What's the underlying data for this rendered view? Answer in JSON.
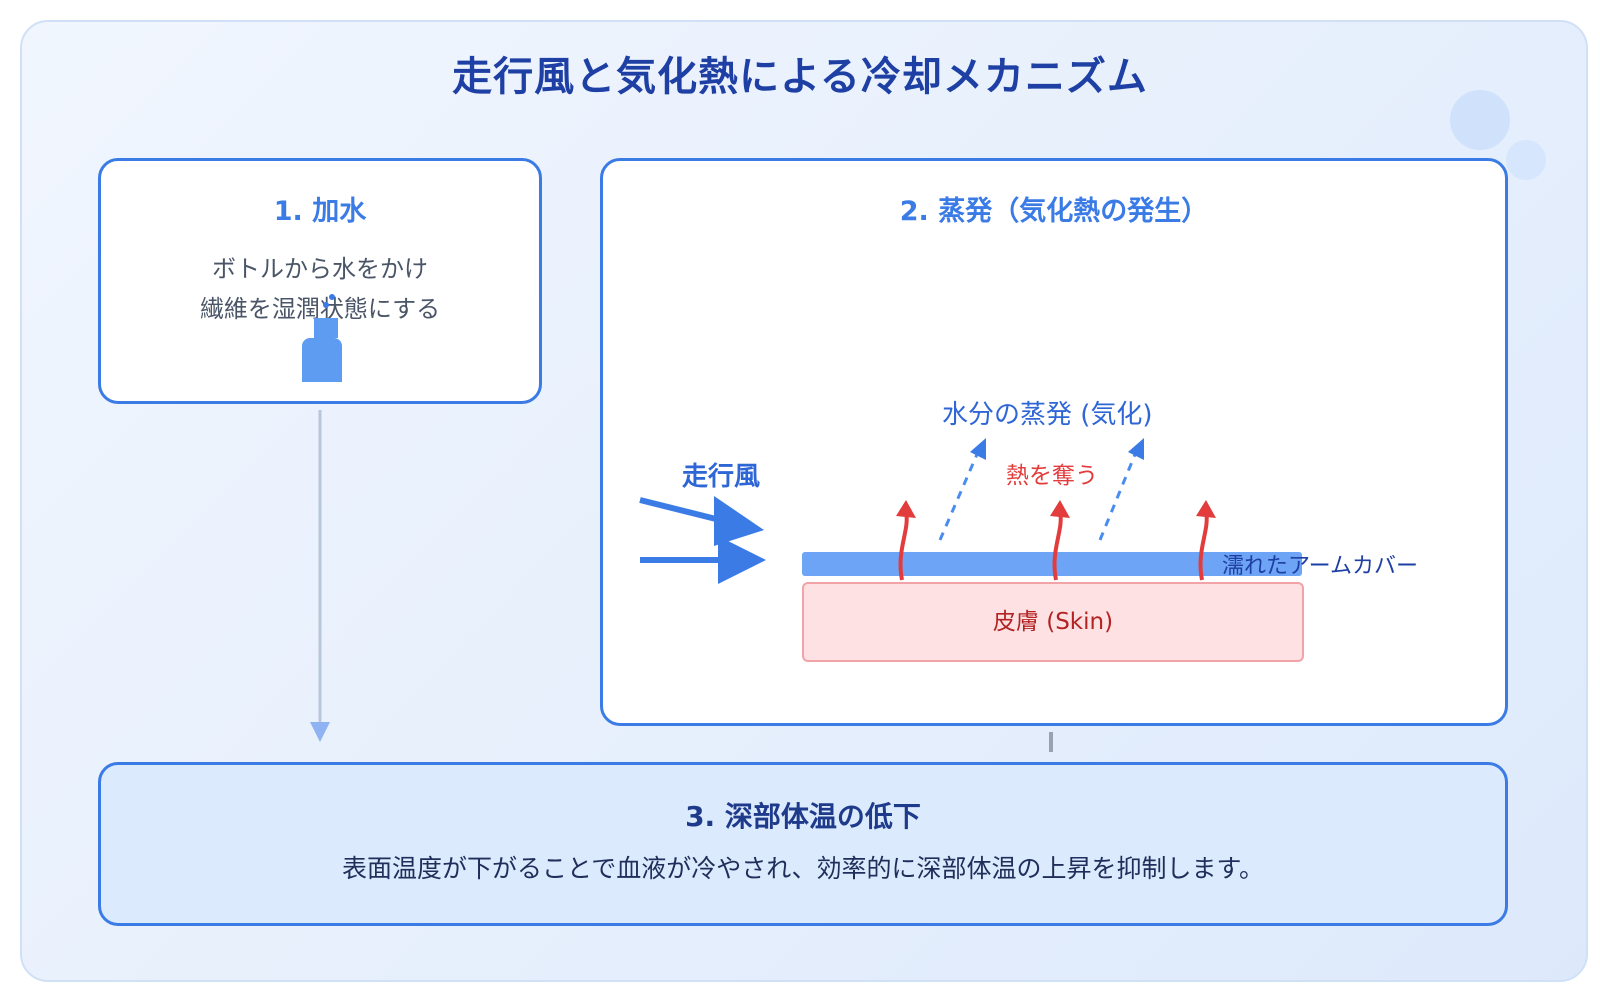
{
  "title": "走行風と気化熱による冷却メカニズム",
  "step1": {
    "title": "1. 加水",
    "desc_line1": "ボトルから水をかけ",
    "desc_line2": "繊維を湿潤状態にする",
    "icon": "water-bottle-icon"
  },
  "step2": {
    "title": "2. 蒸発（気化熱の発生）",
    "wind_label": "走行風",
    "evap_label": "水分の蒸発 (気化)",
    "heat_label": "熱を奪う",
    "cover_label": "濡れたアームカバー",
    "skin_label": "皮膚 (Skin)"
  },
  "step3": {
    "title": "3. 深部体温の低下",
    "desc": "表面温度が下がることで血液が冷やされ、効率的に深部体温の上昇を抑制します。"
  },
  "colors": {
    "accent": "#3a7be6",
    "title": "#1e3fa3",
    "heat": "#e23c3c",
    "cover": "#6ea4f5",
    "skin_fill": "#fde1e3",
    "skin_border": "#f2a3a8",
    "connector": "#b8c6da"
  }
}
